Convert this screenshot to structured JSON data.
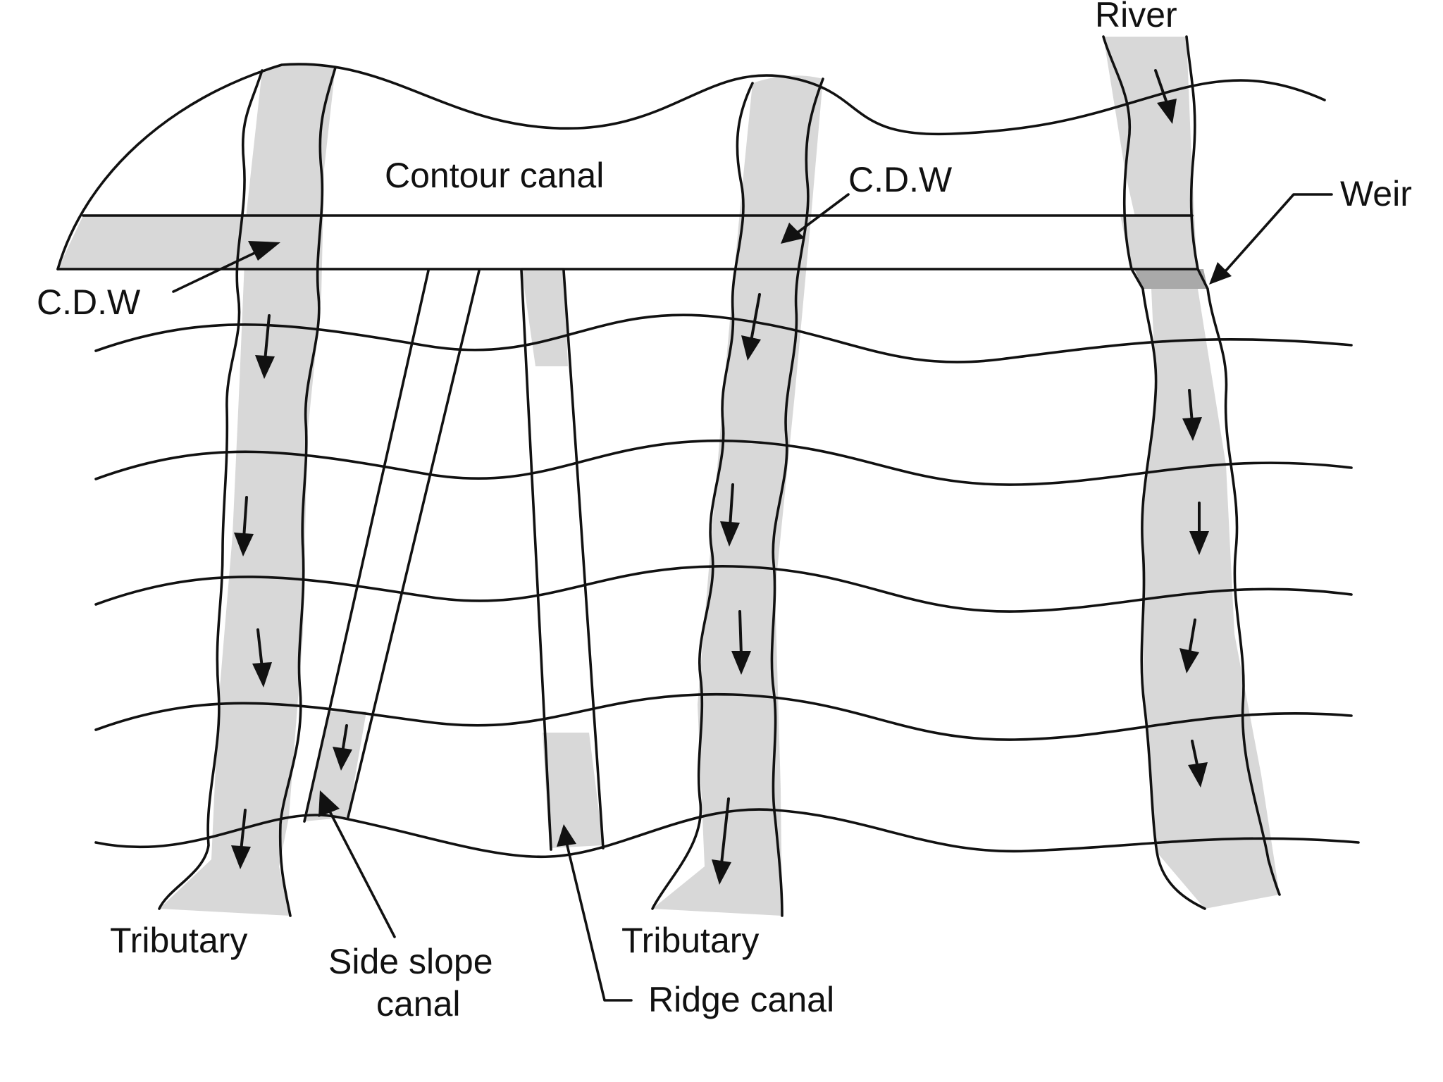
{
  "labels": {
    "river": "River",
    "weir": "Weir",
    "contour_canal": "Contour canal",
    "cdw_left": "C.D.W",
    "cdw_right": "C.D.W",
    "tributary_left": "Tributary",
    "tributary_right": "Tributary",
    "side_slope_canal_line1": "Side slope",
    "side_slope_canal_line2": "canal",
    "ridge_canal": "Ridge canal"
  },
  "colors": {
    "line": "#111111",
    "stream_fill": "#d8d8d8",
    "weir_fill": "#a9a9a9",
    "background": "#ffffff"
  }
}
